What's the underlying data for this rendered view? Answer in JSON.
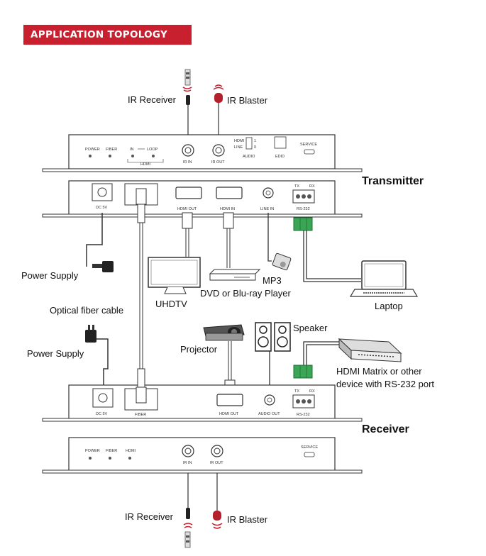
{
  "header": {
    "title": "APPLICATION TOPOLOGY",
    "color": "#c8202f"
  },
  "transmitter": {
    "name": "Transmitter",
    "front": {
      "power": "POWER",
      "fiber": "FIBER",
      "in": "IN",
      "loop": "LOOP",
      "hdmi": "HDMI",
      "ir_in": "IR IN",
      "ir_out": "IR OUT",
      "hdmi_sw": "HDMI",
      "line_sw": "LINE",
      "one": "1",
      "zero": "0",
      "audio": "AUDIO",
      "edid": "EDID",
      "service": "SERVICE"
    },
    "rear": {
      "dc": "DC 5V",
      "hdmi_out": "HDMI OUT",
      "hdmi_in": "HDMI IN",
      "line_in": "LINE IN",
      "tx": "TX",
      "rx": "RX",
      "rs232": "RS-232"
    }
  },
  "receiver": {
    "name": "Receiver",
    "rear": {
      "dc": "DC 5V",
      "fiber": "FIBER",
      "hdmi_out": "HDMI OUT",
      "audio_out": "AUDIO OUT",
      "tx": "TX",
      "rx": "RX",
      "rs232": "RS-232"
    },
    "front": {
      "power": "POWER",
      "fiber": "FIBER",
      "hdmi": "HDMI",
      "ir_in": "IR IN",
      "ir_out": "IR OUT",
      "service": "SERVICE"
    }
  },
  "labels": {
    "ir_receiver_top": "IR Receiver",
    "ir_blaster_top": "IR Blaster",
    "power_supply_1": "Power Supply",
    "optical_fiber": "Optical fiber cable",
    "power_supply_2": "Power Supply",
    "mp3": "MP3",
    "uhdtv": "UHDTV",
    "dvd": "DVD or Blu-ray Player",
    "laptop": "Laptop",
    "speaker": "Speaker",
    "projector": "Projector",
    "matrix_line1": "HDMI Matrix or other",
    "matrix_line2": "device with RS-232 port",
    "ir_receiver_bottom": "IR Receiver",
    "ir_blaster_bottom": "IR Blaster"
  },
  "colors": {
    "ir_red": "#c8202f",
    "terminal_green": "#3aa655"
  }
}
